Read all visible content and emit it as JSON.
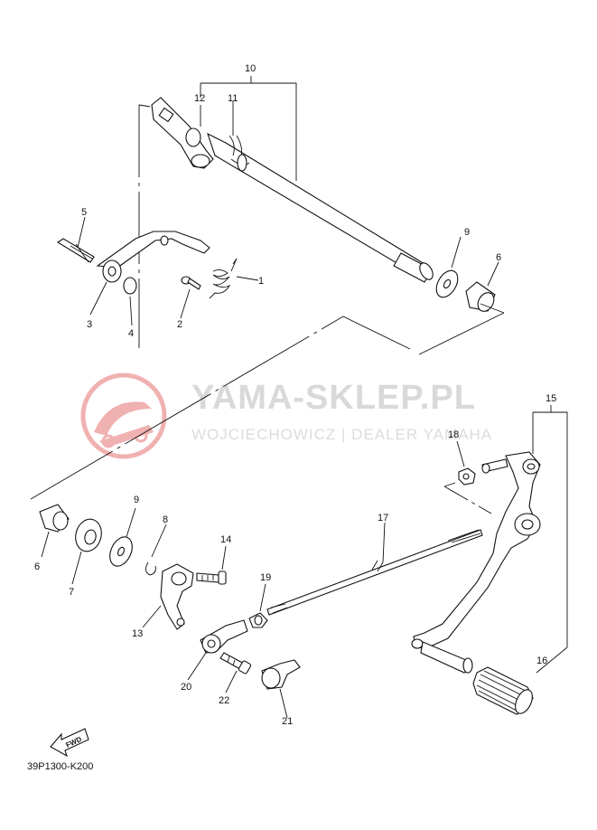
{
  "diagram": {
    "code": "39P1300-K200",
    "fwd_label": "FWD",
    "watermark": {
      "title": "YAMA-SKLEP.PL",
      "subtitle": "WOJCIECHOWICZ | DEALER YAMAHA",
      "logo_color": "#e57373"
    },
    "callouts": [
      "1",
      "2",
      "3",
      "4",
      "5",
      "6",
      "7",
      "8",
      "9",
      "10",
      "11",
      "12",
      "13",
      "14",
      "15",
      "16",
      "17",
      "18",
      "19",
      "20",
      "21",
      "22"
    ],
    "callouts_repeat": [
      "6",
      "9"
    ]
  }
}
